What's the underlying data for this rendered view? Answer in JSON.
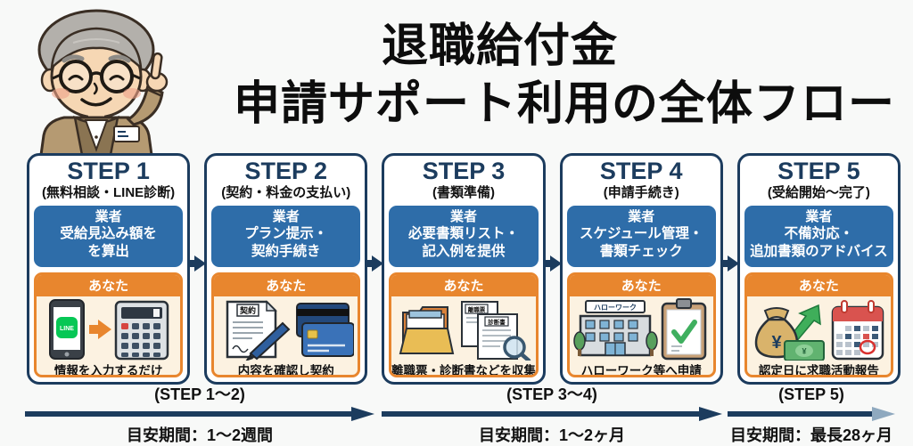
{
  "title": {
    "line1": "退職給付金",
    "line2": "申請サポート利用の全体フロー"
  },
  "steps": [
    {
      "label": "STEP 1",
      "subtitle": "(無料相談・LINE診断)",
      "provider_role": "業者",
      "provider_line1": "受給見込み額を",
      "provider_line2": "を算出",
      "user_role": "あなた",
      "user_action": "情報を入力するだけ",
      "line_label": "LINE"
    },
    {
      "label": "STEP 2",
      "subtitle": "(契約・料金の支払い)",
      "provider_role": "業者",
      "provider_line1": "プラン提示・",
      "provider_line2": "契約手続き",
      "user_role": "あなた",
      "user_action": "内容を確認し契約",
      "contract_label": "契約"
    },
    {
      "label": "STEP 3",
      "subtitle": "(書類準備)",
      "provider_role": "業者",
      "provider_line1": "必要書類リスト・",
      "provider_line2": "記入例を提供",
      "user_role": "あなた",
      "user_action": "離職票・診断書などを収集",
      "doc1_label": "離職票",
      "doc2_label": "診断書"
    },
    {
      "label": "STEP 4",
      "subtitle": "(申請手続き)",
      "provider_role": "業者",
      "provider_line1": "スケジュール管理・",
      "provider_line2": "書類チェック",
      "user_role": "あなた",
      "user_action": "ハローワーク等へ申請",
      "sign_label": "ハローワーク"
    },
    {
      "label": "STEP 5",
      "subtitle": "(受給開始～完了)",
      "provider_role": "業者",
      "provider_line1": "不備対応・",
      "provider_line2": "追加書類のアドバイス",
      "user_role": "あなた",
      "user_action": "認定日に求職活動報告",
      "bag_currency": "¥",
      "note_currency": "¥"
    }
  ],
  "timeline": [
    {
      "steps_label": "(STEP 1～2)",
      "duration": "目安期間：1～2週間"
    },
    {
      "steps_label": "(STEP 3～4)",
      "duration": "目安期間：1～2ヶ月"
    },
    {
      "steps_label": "(STEP 5)",
      "duration": "目安期間：最長28ヶ月"
    }
  ],
  "colors": {
    "navy": "#1c3c5e",
    "provider_blue": "#2e6da9",
    "accent_orange": "#e8862e",
    "panel_cream": "#fcf2e1",
    "line_green": "#06c755",
    "check_green": "#3faf5f",
    "timeline_arrow": "#1c3c5e",
    "final_arrowhead": "#8fa9bf",
    "background": "#f8f9f8"
  }
}
